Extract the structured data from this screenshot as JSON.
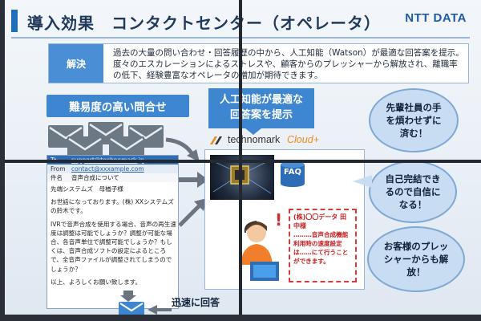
{
  "title": "導入効果　コンタクトセンター（オペレータ）",
  "logo": "NTT DATA",
  "colors": {
    "accent": "#1f6fb8",
    "header_fill": "#3f86d0",
    "bubble_fill": "#c8dcf2",
    "alert": "#d83b3b",
    "cloud_orange": "#f08a1c"
  },
  "solution": {
    "label": "解決",
    "text": "過去の大量の問い合わせ・回答履歴の中から、人工知能（Watson）が最適な回答案を提示。度々のエスカレーションによるストレスや、顧客からのプレッシャーから解放され、離職率の低下、経験豊富なオペレータの増加が期待できます。"
  },
  "left_header": "難易度の高い問合せ",
  "right_header": {
    "line1": "人工知能が最適な",
    "line2": "回答案を提示"
  },
  "technomark": {
    "name": "technomark",
    "cloud": "Cloud+"
  },
  "faq_label": "FAQ",
  "bubbles": {
    "b1": "先輩社員の手を煩わせずに済む！",
    "b2": "自己完結できるので自信になる！",
    "b3": "お客様のプレッシャーからも解放！"
  },
  "email": {
    "to_label": "To",
    "to_value": "support@technomark.jp",
    "from_label": "From",
    "from_value": "contact@xxxample.com",
    "subject_label": "件名",
    "subject_value": "音声合成について",
    "to_line": "先端システムズ　母楢子様",
    "greeting": "お世話になっております。(株) XXシステムズの鈴木です。",
    "question": "IVRで音声合成を使用する場合、音声の再生速度は調整は可能でしょうか？調整が可能な場合、各音声単位で調整可能でしょうか？もしくは、音声合成ソフトの設定によるところで、全音声ファイルが調整されてしまうのでしょうか？",
    "closing": "以上、よろしくお願い致します。"
  },
  "note": {
    "who": "(株)〇〇データ 田中様",
    "body": "………音声合成機能利用時の速度設定は……にて行うことができます。"
  },
  "bottom_label": "迅速に回答"
}
